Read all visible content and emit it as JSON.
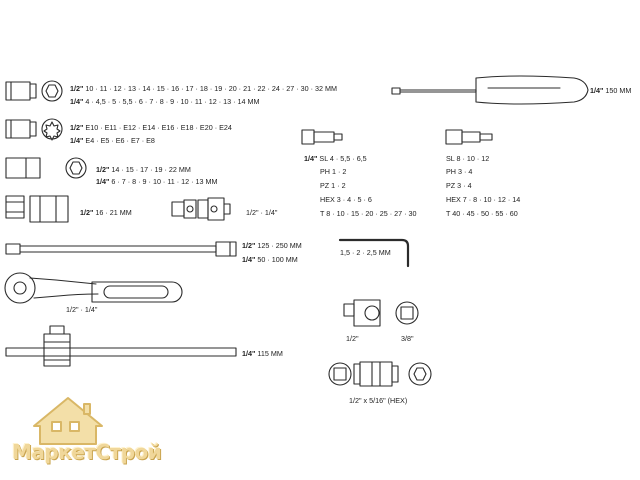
{
  "colors": {
    "line": "#2b2b2b",
    "watermark": "#e8c97a"
  },
  "row1": {
    "a_size": "1/2\"",
    "a_vals": "10 · 11 · 12 · 13 · 14 · 15 · 16 · 17 · 18 · 19 · 20 · 21 · 22 · 24 · 27 · 30 · 32 MM",
    "b_size": "1/4\"",
    "b_vals": "4 · 4,5 · 5 · 5,5 · 6 · 7 · 8 · 9 · 10 · 11 · 12 · 13 · 14 MM"
  },
  "row2": {
    "a_size": "1/2\"",
    "a_vals": "E10 · E11 · E12 · E14 · E16 · E18 · E20 · E24",
    "b_size": "1/4\"",
    "b_vals": "E4 · E5 · E6 · E7 · E8"
  },
  "row3": {
    "a_size": "1/2\"",
    "a_vals": "14 · 15 · 17 · 19 · 22 MM",
    "b_size": "1/4\"",
    "b_vals": "6 · 7 · 8 · 9 · 10 · 11 · 12 · 13 MM"
  },
  "row4": {
    "a_size": "1/2\"",
    "a_vals": "16 · 21 MM",
    "joint": "1/2\" · 1/4\""
  },
  "row5": {
    "a_size": "1/2\"",
    "a_vals": "125 · 250 MM",
    "b_size": "1/4\"",
    "b_vals": "50 · 100 MM"
  },
  "ratchet": "1/2\" · 1/4\"",
  "tbar": {
    "size": "1/4\"",
    "vals": "115 MM"
  },
  "screwdriver": {
    "size": "1/4\"",
    "vals": "150 MM"
  },
  "bits_left": {
    "size": "1/4\"",
    "lines": [
      "SL 4 · 5,5 · 6,5",
      "PH 1 · 2",
      "PZ 1 · 2",
      "HEX 3 · 4 · 5 · 6",
      "T 8 · 10 · 15 · 20 · 25 · 27 · 30"
    ]
  },
  "bits_right": {
    "lines": [
      "SL 8 · 10 · 12",
      "PH 3 · 4",
      "PZ 3 · 4",
      "HEX 7 · 8 · 10 · 12 · 14",
      "T 40 · 45 · 50 · 55 · 60"
    ]
  },
  "hexkey": "1,5 · 2 · 2,5 MM",
  "adapters": {
    "a": "1/2\"",
    "b": "3/8\"",
    "c": "1/2\" x 5/16\" (HEX)"
  },
  "watermark": "МаркетСтрой"
}
